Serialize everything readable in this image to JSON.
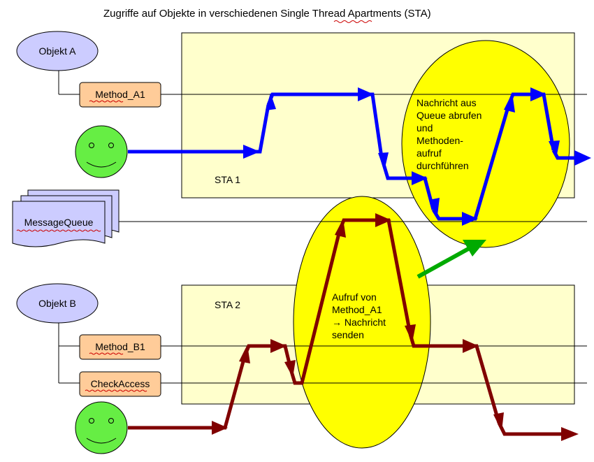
{
  "title": "Zugriffe auf Objekte in verschiedenen Single Thread Apartments (STA)",
  "title_wavy_word": "Thread",
  "sta1": {
    "label": "STA 1"
  },
  "sta2": {
    "label": "STA 2"
  },
  "objekt_a": {
    "label": "Objekt A"
  },
  "objekt_b": {
    "label": "Objekt B"
  },
  "method_a1": {
    "label": "Method_A1"
  },
  "method_b1": {
    "label": "Method_B1"
  },
  "check_access": {
    "label": "CheckAccess"
  },
  "message_queue": {
    "label": "MessageQueue"
  },
  "note_sta1": {
    "lines": [
      "Nachricht aus",
      "Queue abrufen",
      "und",
      "Methoden-",
      "aufruf",
      "durchführen"
    ]
  },
  "note_sta2": {
    "lines": [
      "Aufruf von",
      "Method_A1",
      "→ Nachricht",
      "senden"
    ]
  },
  "colors": {
    "sta_fill": "#ffffcc",
    "highlight": "#ffff00",
    "blue_arrow": "#0000ff",
    "dark_red_arrow": "#800000",
    "green_arrow": "#00aa00",
    "object_fill": "#ccccff",
    "method_fill": "#ffcc99",
    "smiley_fill": "#66ee44"
  }
}
